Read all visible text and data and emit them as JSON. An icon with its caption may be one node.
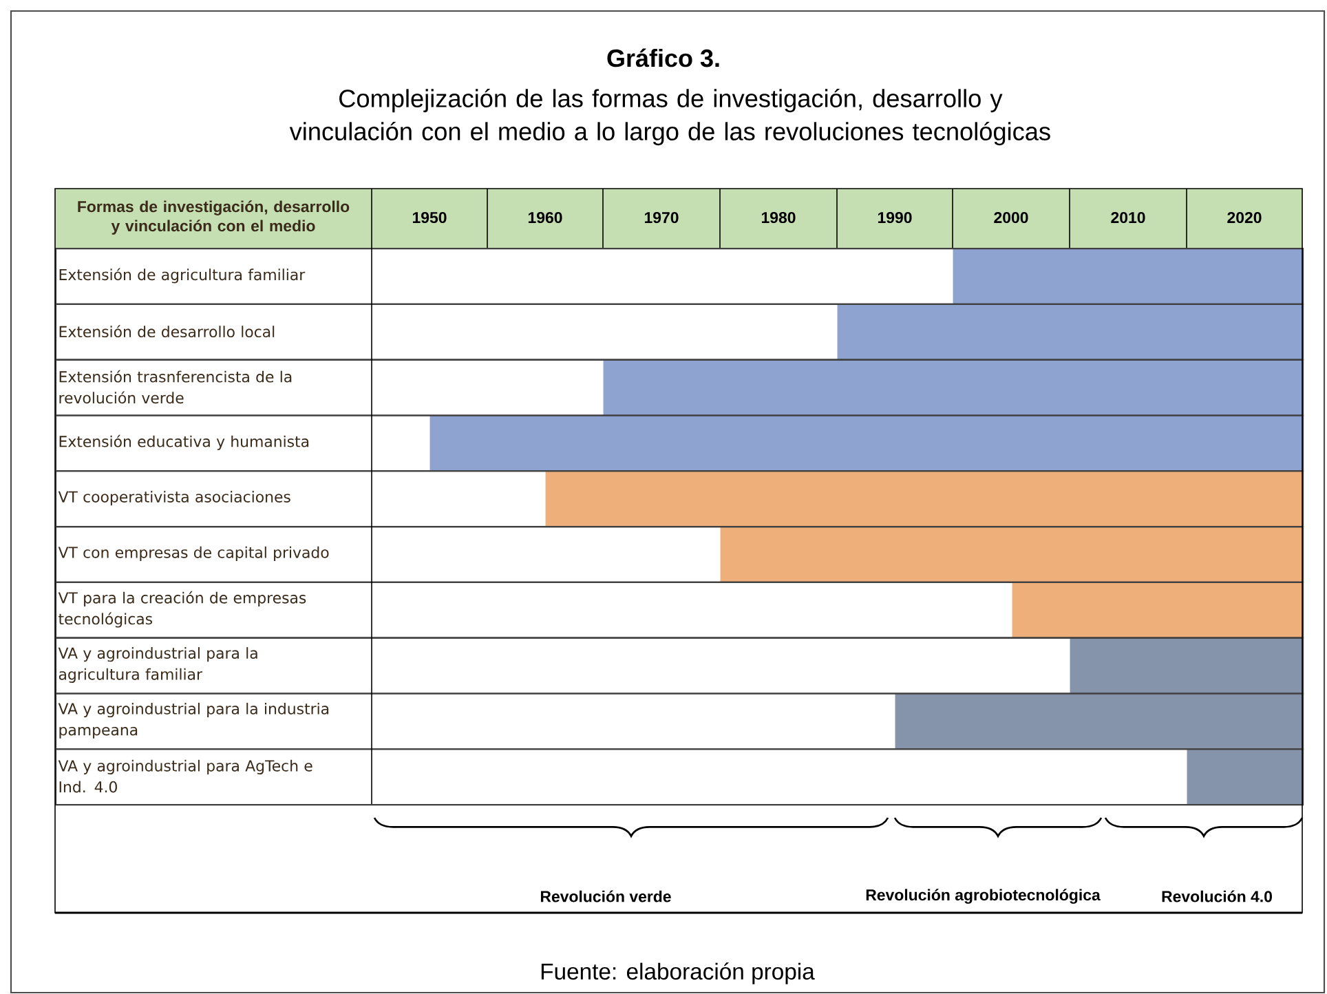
{
  "diagram": {
    "title": "Gráfico 3.",
    "caption": "Fuente: elaboración propia",
    "nodes": [
      {
        "text": [
          "Extensión de agricultura familiar"
        ]
      },
      {
        "text": [],
        "shape": "bar",
        "in": 0
      },
      {
        "text": [
          "Extensión de desarrollo local"
        ]
      },
      {
        "text": [],
        "shape": "bar",
        "in": 2
      },
      {
        "text": [
          "Extensión trasnferencista de la revolución verde"
        ]
      },
      {
        "text": [],
        "shape": "bar",
        "in": 4
      },
      {
        "text": [
          "Extensión educativa y humanista"
        ]
      },
      {
        "text": [],
        "shape": "bar",
        "in": 6
      },
      {
        "text": [
          "VT cooperativista asociaciones"
        ]
      },
      {
        "text": [],
        "shape": "bar",
        "in": 8
      },
      {
        "text": [
          "VT con empresas de capital privado"
        ]
      },
      {
        "text": [],
        "shape": "bar",
        "in": 10
      },
      {
        "text": [
          "VT para la creación de empresas tecnológicas"
        ]
      },
      {
        "text": [],
        "shape": "bar",
        "in": 12
      },
      {
        "text": [
          "VA y agroindustrial para la agricultura familiar"
        ]
      },
      {
        "text": [],
        "shape": "bar",
        "in": 14
      },
      {
        "text": [
          "VA y agroindustrial para la industria pampeana"
        ]
      },
      {
        "text": [],
        "shape": "bar",
        "in": 16
      },
      {
        "text": [
          "VA y agroindustrial para AgTech e Ind. 4.0"
        ]
      },
      {
        "text": [],
        "shape": "bar",
        "in": 18
      }
    ],
    "labels": [
      "Complejización de las formas de investigación, desarrollo y vinculación con el medio a lo largo de las revoluciones tecnológicas",
      "Formas de investigación, desarrollo y vinculación con el medio",
      "1950",
      "1960",
      "1970",
      "1980",
      "1990",
      "2000",
      "2010",
      "2020",
      "Revolución verde",
      "Revolución agrobiotecnológica",
      "Revolución 4.0"
    ]
  }
}
